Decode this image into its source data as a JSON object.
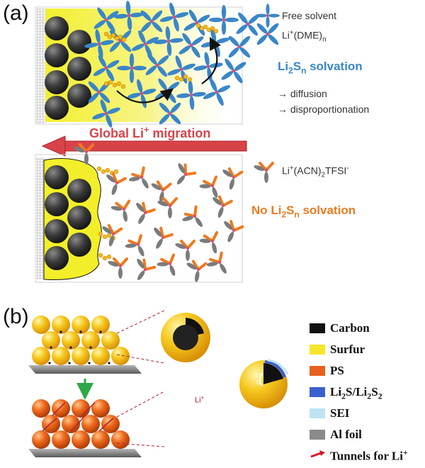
{
  "panel_a": {
    "label": "(a)",
    "legend_free_solvent": "Free solvent",
    "legend_li_dme": "Li+(DME)n",
    "li2sn_solvation": "Li2Sn solvation",
    "process_diffusion": "→ diffusion",
    "process_disproportionation": "→ disproportionation",
    "global_migration": "Global Li+ migration",
    "legend_li_acn": "Li+(ACN)2TFSI-",
    "no_li2sn_solvation": "No Li2Sn solvation"
  },
  "panel_b": {
    "label": "(b)",
    "particle_label_li": "Li+",
    "core_label": "c",
    "legend": [
      {
        "text": "Carbon",
        "color": "#111111"
      },
      {
        "text": "Surfur",
        "color": "#f7e52a"
      },
      {
        "text": "PS",
        "color": "#e8601c"
      },
      {
        "text": "Li2S/Li2S2",
        "color": "#3a5fd0"
      },
      {
        "text": "SEI",
        "color": "#bfe3f5"
      },
      {
        "text": "Al foil",
        "color": "#8a8a8a"
      },
      {
        "text": "Tunnels for Li+",
        "color": "#d8152a"
      }
    ]
  },
  "colors": {
    "dme_blue": "#3a86c8",
    "acn_orange": "#ee7a1f",
    "acn_gray": "#7b7b7b",
    "migration_red": "#d8434a",
    "sulfur_yellow": "#f4d11c"
  }
}
